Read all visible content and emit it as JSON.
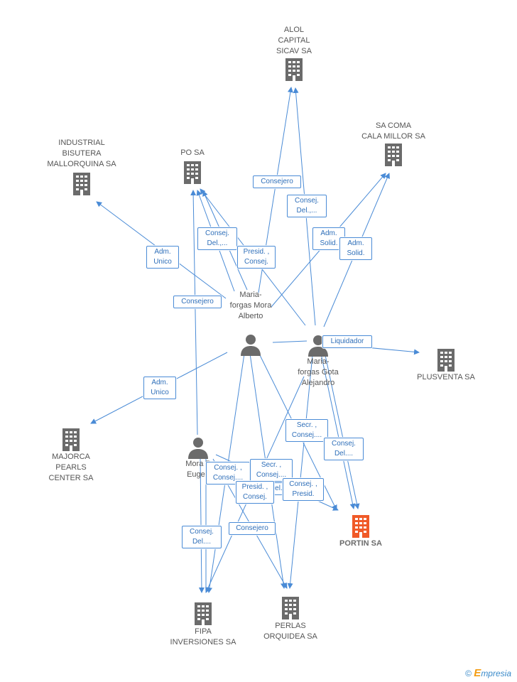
{
  "colors": {
    "edge": "#4a8bd6",
    "building": "#6b6b6b",
    "highlight": "#f05a28",
    "person": "#6b6b6b"
  },
  "nodes": {
    "alol": "ALOL\nCAPITAL\nSICAV SA",
    "sa_coma": "SA COMA\nCALA MILLOR SA",
    "industrial": "INDUSTRIAL\nBISUTERA\nMALLORQUINA SA",
    "po": "PO SA",
    "alberto": "Maria-\nforgas Mora\nAlberto",
    "alejandro": "Maria-\nforgas Gota\nAlejandro",
    "plusventa": "PLUSVENTA SA",
    "majorca": "MAJORCA\nPEARLS\nCENTER SA",
    "eugenio": "Mora P\nEugen",
    "portin": "PORTIN SA",
    "fipa": "FIPA\nINVERSIONES SA",
    "perlas": "PERLAS\nORQUIDEA SA"
  },
  "edge_labels": {
    "consejero_alol": "Consejero",
    "consej_del_alol": "Consej.\nDel.,...",
    "adm_solid_1": "Adm.\nSolid.",
    "adm_solid_2": "Adm.\nSolid.",
    "adm_unico_ind": "Adm.\nUnico",
    "consej_del_po": "Consej.\nDel.,...",
    "presid_consej_po": "Presid. ,\nConsej.",
    "consejero_po": "Consejero",
    "liquidador": "Liquidador",
    "adm_unico_maj": "Adm.\nUnico",
    "secr_consej_1": "Secr. ,\nConsej....",
    "consej_del_portin": "Consej.\nDel....",
    "consej_consej": "Consej. ,\nConsej....",
    "secr_consej_2": "Secr. ,\nConsej....",
    "del_small": "Del....",
    "presid_consej_2": "Presid. ,\nConsej.",
    "consej_presid": "Consej. ,\nPresid.",
    "consej_del_fipa": "Consej.\nDel....",
    "consejero_perlas": "Consejero"
  },
  "footer": {
    "copyright": "©",
    "brand_e": "E",
    "brand_rest": "mpresia"
  }
}
